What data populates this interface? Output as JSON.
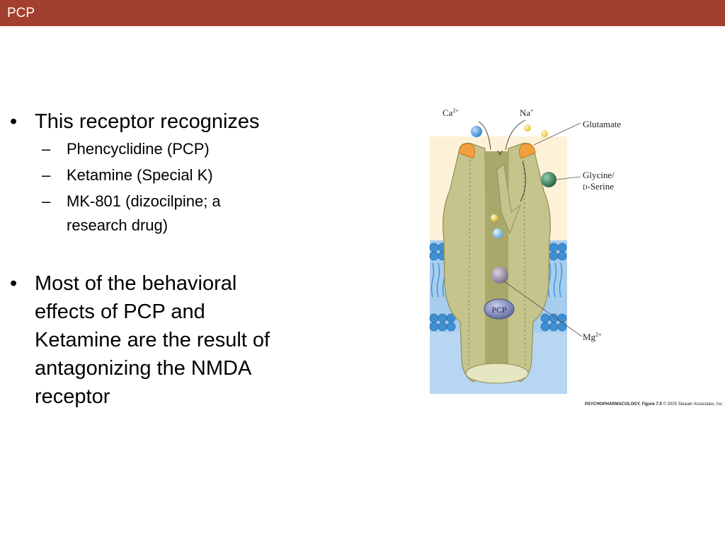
{
  "header": {
    "title": "PCP"
  },
  "bullets": {
    "item1": "This receptor recognizes",
    "sub": [
      "Phencyclidine (PCP)",
      "Ketamine (Special K)",
      "MK-801 (dizocilpine; a",
      "research drug)"
    ],
    "item2_lines": [
      "Most of the behavioral",
      "effects of PCP and",
      "Ketamine are the result of",
      "antagonizing the NMDA",
      "receptor"
    ],
    "bullet_symbol": "•",
    "dash_symbol": "–"
  },
  "figure": {
    "labels": {
      "ca": "Ca",
      "ca_sup": "2+",
      "na": "Na",
      "na_sup": "+",
      "glutamate": "Glutamate",
      "glycine": "Glycine/",
      "serine_prefix": "D",
      "serine": "-Serine",
      "pcp": "PCP",
      "mg": "Mg",
      "mg_sup": "2+"
    },
    "caption": {
      "title": "PSYCHOPHARMACOLOGY, Figure 7.5",
      "credit": "© 2005 Sinauer Associates, Inc."
    },
    "colors": {
      "receptor": "#c4c48c",
      "channel": "#a7a86a",
      "membrane_top": "#d8eaf8",
      "membrane_blue": "#9cc8ea",
      "lipid_head": "#3f8fd1",
      "glutamate": "#f2a03d",
      "glycine": "#2f7a55",
      "calcium": "#2f7fd1",
      "sodium": "#f2cf3c",
      "magnesium": "#8a8097",
      "pcp": "#6f79b0"
    }
  }
}
